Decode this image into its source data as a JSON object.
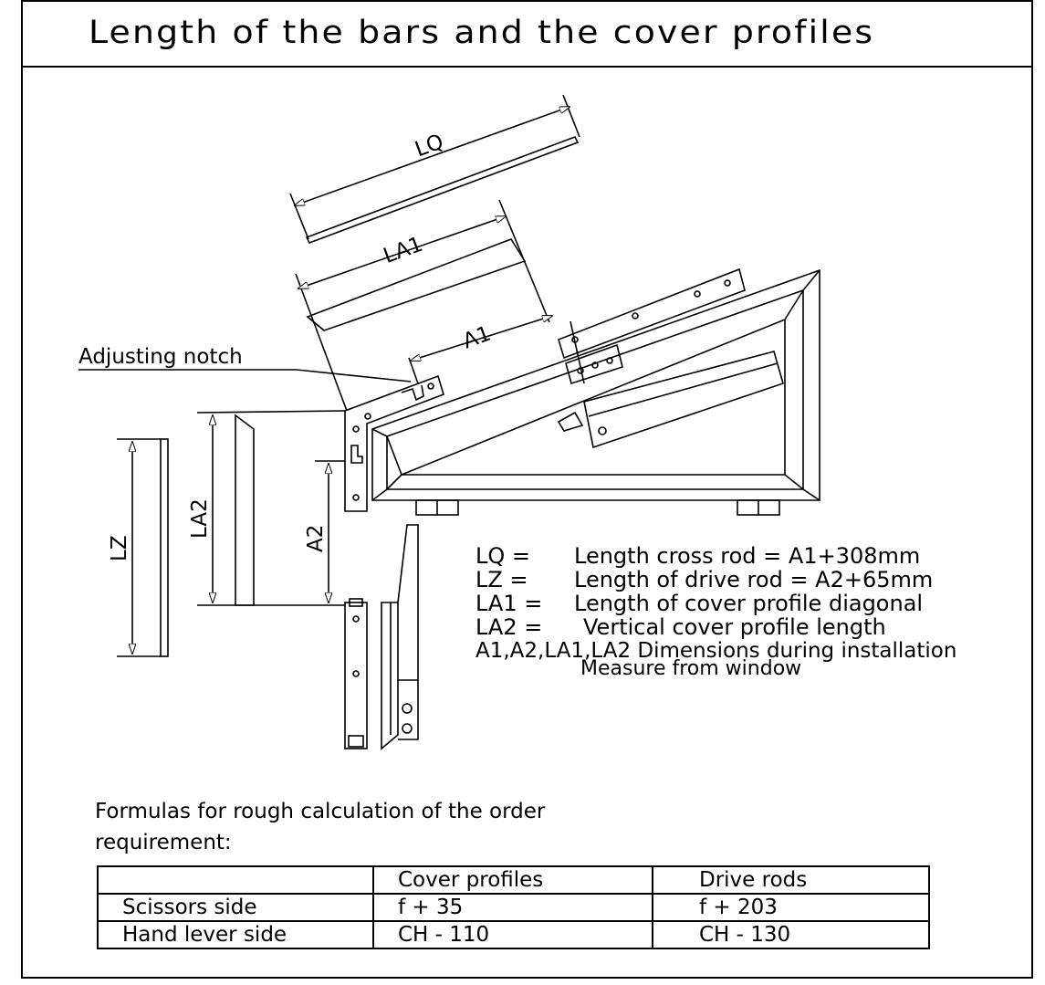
{
  "title": "Length of the bars and the cover profiles",
  "labels": {
    "lq": "LQ",
    "la1": "LA1",
    "a1": "A1",
    "la2": "LA2",
    "a2": "A2",
    "lz": "LZ",
    "adjusting_notch": "Adjusting notch"
  },
  "legend": [
    {
      "key": "LQ =",
      "text": "Length cross rod = A1+308mm"
    },
    {
      "key": "LZ =",
      "text": "Length of drive rod = A2+65mm"
    },
    {
      "key": "LA1 =",
      "text": "Length of cover profile diagonal"
    },
    {
      "key": "LA2 =",
      "text": "Vertical cover profile length"
    }
  ],
  "legend_note_1": "A1,A2,LA1,LA2 Dimensions during installation",
  "legend_note_2": "Measure from window",
  "formulas_title": "Formulas for rough calculation of the order requirement:",
  "table": {
    "headers": [
      "",
      "Cover profiles",
      "Drive rods"
    ],
    "rows": [
      [
        "Scissors side",
        "f + 35",
        "f + 203"
      ],
      [
        "Hand lever side",
        "CH - 110",
        "CH - 130"
      ]
    ]
  }
}
